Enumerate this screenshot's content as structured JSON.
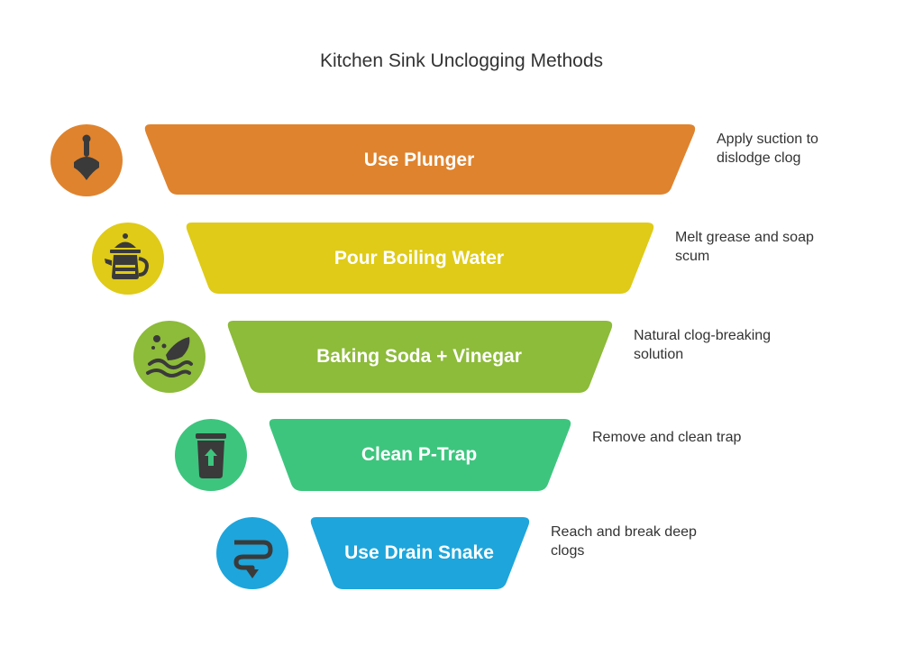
{
  "title": "Kitchen Sink Unclogging Methods",
  "stages": [
    {
      "label": "Use Plunger",
      "description": "Apply suction to dislodge clog",
      "icon": "plunger-icon",
      "color": "#DF832E"
    },
    {
      "label": "Pour Boiling Water",
      "description": "Melt grease and soap scum",
      "icon": "kettle-icon",
      "color": "#DFCB18"
    },
    {
      "label": "Baking Soda + Vinegar",
      "description": "Natural clog-breaking solution",
      "icon": "fizzing-solution-icon",
      "color": "#8DBB3A"
    },
    {
      "label": "Clean P-Trap",
      "description": "Remove and clean trap",
      "icon": "trap-container-icon",
      "color": "#3DC57E"
    },
    {
      "label": "Use Drain Snake",
      "description": "Reach and break deep clogs",
      "icon": "drain-snake-icon",
      "color": "#1EA5DB"
    }
  ]
}
